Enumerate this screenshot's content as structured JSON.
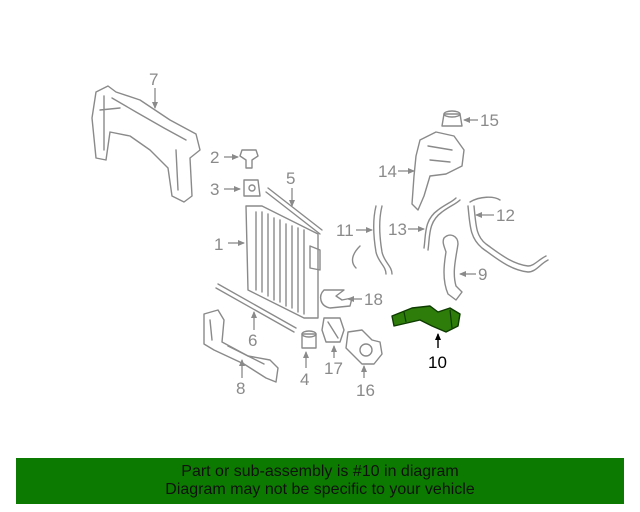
{
  "colors": {
    "part_stroke": "#8a8a8a",
    "highlight_fill": "#2e7d0a",
    "highlight_stroke": "#0d3b00",
    "banner_bg": "#0c7a00",
    "callout_default": "#8a8a8a",
    "callout_highlight": "#000000"
  },
  "diagram": {
    "callouts": [
      {
        "id": "1",
        "label": "1"
      },
      {
        "id": "2",
        "label": "2"
      },
      {
        "id": "3",
        "label": "3"
      },
      {
        "id": "4",
        "label": "4"
      },
      {
        "id": "5",
        "label": "5"
      },
      {
        "id": "6",
        "label": "6"
      },
      {
        "id": "7",
        "label": "7"
      },
      {
        "id": "8",
        "label": "8"
      },
      {
        "id": "9",
        "label": "9"
      },
      {
        "id": "10",
        "label": "10",
        "highlighted": true
      },
      {
        "id": "11",
        "label": "11"
      },
      {
        "id": "12",
        "label": "12"
      },
      {
        "id": "13",
        "label": "13"
      },
      {
        "id": "14",
        "label": "14"
      },
      {
        "id": "15",
        "label": "15"
      },
      {
        "id": "16",
        "label": "16"
      },
      {
        "id": "17",
        "label": "17"
      },
      {
        "id": "18",
        "label": "18"
      }
    ]
  },
  "banner": {
    "line1": "Part or sub-assembly is #10 in diagram",
    "line2": "Diagram may not be specific to your vehicle"
  }
}
